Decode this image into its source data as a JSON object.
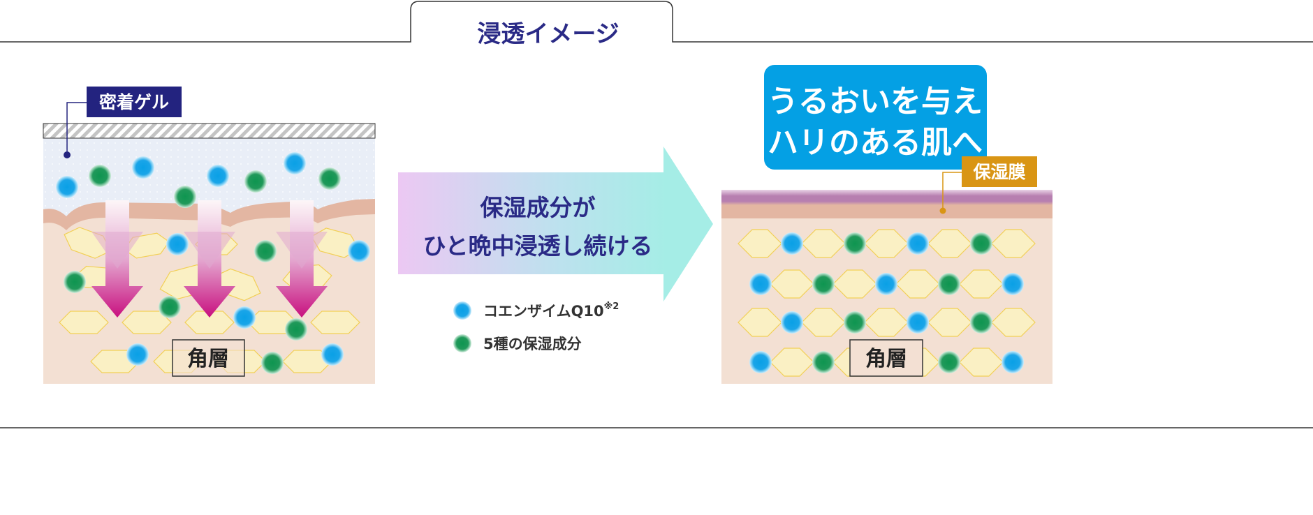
{
  "title": "浸透イメージ",
  "left_panel": {
    "label": "密着ゲル",
    "layer_label": "角層"
  },
  "middle": {
    "line1": "保湿成分が",
    "line2": "ひと晩中浸透し続ける",
    "legend": [
      {
        "label": "コエンザイムQ10",
        "note": "※2",
        "color": "#0aa0e6"
      },
      {
        "label": "5種の保湿成分",
        "note": "",
        "color": "#0e9550"
      }
    ]
  },
  "right_panel": {
    "headline_line1": "うるおいを与え",
    "headline_line2": "ハリのある肌へ",
    "film_label": "保湿膜",
    "layer_label": "角層"
  },
  "colors": {
    "navy": "#23237f",
    "headline_blue": "#04a0e4",
    "film_orange": "#d99514",
    "molecule_blue": "#0aa0e6",
    "molecule_green": "#0e9550",
    "skin": "#f3e0d3",
    "skin_surface": "#e3b6a2",
    "film_purple": "#b77fb0",
    "arrow_magenta": "#c8107f"
  }
}
